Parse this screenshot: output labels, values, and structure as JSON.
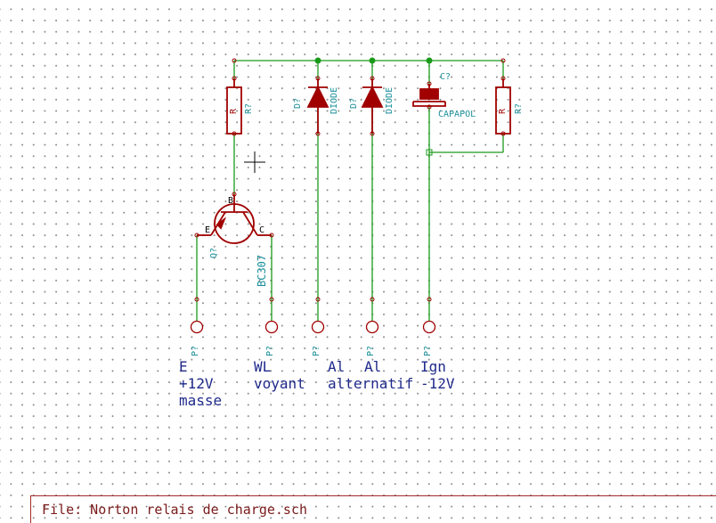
{
  "schematic": {
    "components": {
      "r1": {
        "ref": "R?",
        "value": "R"
      },
      "r2": {
        "ref": "R?",
        "value": "R"
      },
      "d1": {
        "ref": "D?",
        "value": "DIODE"
      },
      "d2": {
        "ref": "D?",
        "value": "DIODE"
      },
      "c1": {
        "ref": "C?",
        "value": "CAPAPOL"
      },
      "q1": {
        "ref": "Q?",
        "value": "BC307",
        "pin_b": "B",
        "pin_e": "E",
        "pin_c": "C"
      }
    },
    "pins": [
      {
        "ref": "P?",
        "lines": [
          "E",
          "+12V",
          "masse"
        ]
      },
      {
        "ref": "P?",
        "lines": [
          "WL",
          "voyant"
        ]
      },
      {
        "ref": "P?",
        "lines": [
          "Al",
          "alternatif"
        ]
      },
      {
        "ref": "P?",
        "lines": [
          "Al"
        ]
      },
      {
        "ref": "P?",
        "lines": [
          "Ign",
          "-12V"
        ]
      }
    ],
    "colors": {
      "wire": "#1a9a1a",
      "component": "#a00000",
      "text": "#1a8f9a",
      "net_label": "#1f2a8a"
    }
  },
  "footer": {
    "file_label": "File: Norton relais de charge.sch"
  }
}
